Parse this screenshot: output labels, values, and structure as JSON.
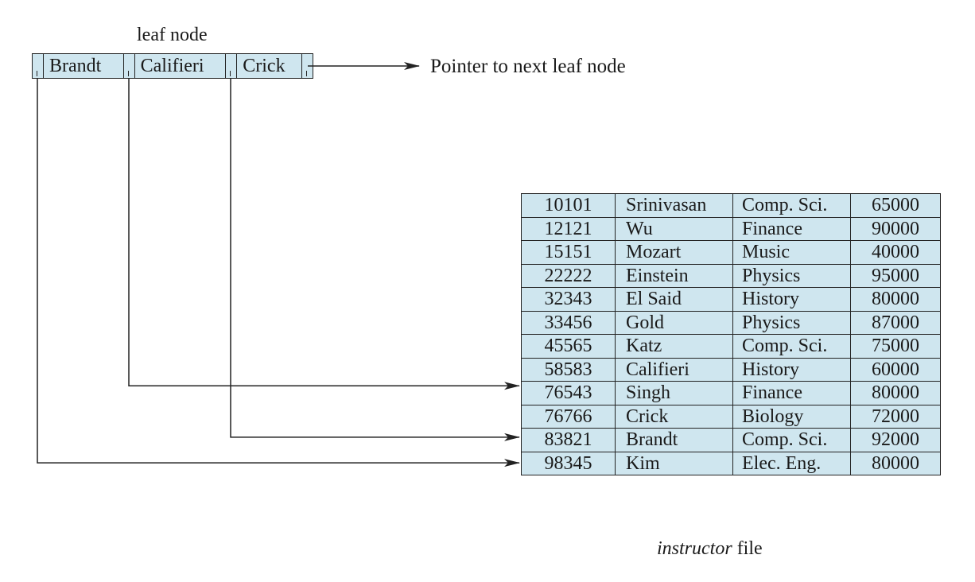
{
  "leaf": {
    "label": "leaf node",
    "keys": [
      "Brandt",
      "Califieri",
      "Crick"
    ],
    "next_pointer_label": "Pointer to next leaf node"
  },
  "file": {
    "name": "instructor",
    "suffix": " file",
    "rows": [
      [
        "10101",
        "Srinivasan",
        "Comp. Sci.",
        "65000"
      ],
      [
        "12121",
        "Wu",
        "Finance",
        "90000"
      ],
      [
        "15151",
        "Mozart",
        "Music",
        "40000"
      ],
      [
        "22222",
        "Einstein",
        "Physics",
        "95000"
      ],
      [
        "32343",
        "El Said",
        "History",
        "80000"
      ],
      [
        "33456",
        "Gold",
        "Physics",
        "87000"
      ],
      [
        "45565",
        "Katz",
        "Comp. Sci.",
        "75000"
      ],
      [
        "58583",
        "Califieri",
        "History",
        "60000"
      ],
      [
        "76543",
        "Singh",
        "Finance",
        "80000"
      ],
      [
        "76766",
        "Crick",
        "Biology",
        "72000"
      ],
      [
        "83821",
        "Brandt",
        "Comp. Sci.",
        "92000"
      ],
      [
        "98345",
        "Kim",
        "Elec. Eng.",
        "80000"
      ]
    ]
  },
  "links": [
    {
      "from_key": "Brandt",
      "to_row": 10
    },
    {
      "from_key": "Califieri",
      "to_row": 7
    },
    {
      "from_key": "Crick",
      "to_row": 9
    }
  ],
  "colors": {
    "fill": "#cfe6ef",
    "line": "#222222"
  }
}
